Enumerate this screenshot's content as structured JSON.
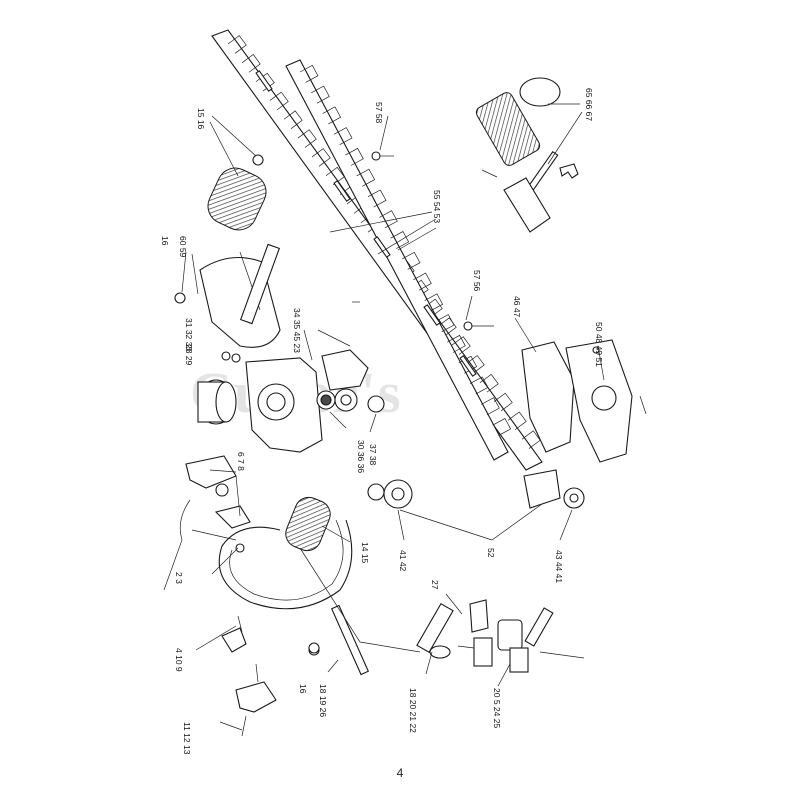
{
  "watermark": "Culler's",
  "page_number": "4",
  "callouts": [
    {
      "id": "c1",
      "text": "15 16"
    },
    {
      "id": "c2",
      "text": "57 58"
    },
    {
      "id": "c3",
      "text": "65 66 67"
    },
    {
      "id": "c4",
      "text": "55 54 53"
    },
    {
      "id": "c5",
      "text": "16"
    },
    {
      "id": "c6",
      "text": "60 59"
    },
    {
      "id": "c7",
      "text": "57 56"
    },
    {
      "id": "c8",
      "text": "31 32 33"
    },
    {
      "id": "c9",
      "text": "28 29"
    },
    {
      "id": "c10",
      "text": "34 35 45 23"
    },
    {
      "id": "c11",
      "text": "46 47"
    },
    {
      "id": "c12",
      "text": "50 48 49 51"
    },
    {
      "id": "c13",
      "text": "30 36 36"
    },
    {
      "id": "c14",
      "text": "37 38"
    },
    {
      "id": "c15",
      "text": "6 7 8"
    },
    {
      "id": "c16",
      "text": "14 15"
    },
    {
      "id": "c17",
      "text": "41 42"
    },
    {
      "id": "c18",
      "text": "52"
    },
    {
      "id": "c19",
      "text": "43 44 41"
    },
    {
      "id": "c20",
      "text": "2 3"
    },
    {
      "id": "c21",
      "text": "27"
    },
    {
      "id": "c22",
      "text": "4 10 9"
    },
    {
      "id": "c23",
      "text": "16"
    },
    {
      "id": "c24",
      "text": "18 19 26"
    },
    {
      "id": "c25",
      "text": "18 20 21 22"
    },
    {
      "id": "c26",
      "text": "20 5 24 25"
    },
    {
      "id": "c27",
      "text": "11 12 13"
    }
  ]
}
